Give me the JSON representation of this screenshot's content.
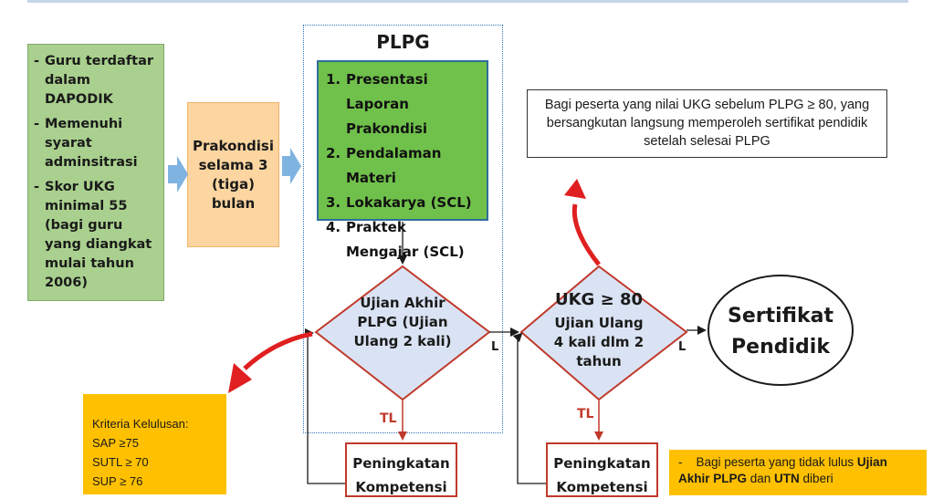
{
  "left_box": {
    "items": [
      "Guru terdaftar dalam DAPODIK",
      "Memenuhi syarat adminsitrasi",
      "Skor UKG minimal 55 (bagi guru yang diangkat mulai tahun 2006)"
    ]
  },
  "prakondisi": "Prakondisi selama 3 (tiga) bulan",
  "plpg": {
    "title": "PLPG",
    "steps": [
      {
        "num": "1.",
        "text": "Presentasi Laporan Prakondisi"
      },
      {
        "num": "2.",
        "text": "Pendalaman Materi"
      },
      {
        "num": "3.",
        "text": "Lokakarya (SCL)"
      },
      {
        "num": "4.",
        "text": "Praktek Mengajar (SCL)"
      }
    ]
  },
  "info_box": "Bagi peserta yang nilai UKG sebelum PLPG ≥ 80, yang bersangkutan langsung memperoleh sertifikat pendidik setelah selesai PLPG",
  "diamond1": "Ujian Akhir PLPG (Ujian Ulang 2 kali)",
  "diamond2": {
    "title": "UKG ≥ 80",
    "text": "Ujian Ulang 4 kali dlm 2 tahun"
  },
  "sertifikat": "Sertifikat Pendidik",
  "labels": {
    "lulus": "L",
    "tidak_lulus": "TL"
  },
  "peningkatan": "Peningkatan Kompetensi",
  "kriteria": {
    "title": "Kriteria Kelulusan:",
    "lines": [
      "SAP ≥75",
      "SUTL ≥ 70",
      "SUP ≥ 76"
    ]
  },
  "bottom_note": {
    "prefix": "-",
    "text1": "Bagi peserta yang tidak lulus ",
    "bold1": "Ujian Akhir PLPG",
    "text2": " dan ",
    "bold2": "UTN",
    "text3": " diberi"
  },
  "colors": {
    "green_light": "#a9d08e",
    "orange_light": "#fcd5a0",
    "green_strong": "#70c14b",
    "diamond_fill": "#dae3f3",
    "diamond_stroke": "#c0392b",
    "yellow": "#ffc000",
    "blue_arrow": "#7fb3e0",
    "red_arrow": "#e02020"
  }
}
